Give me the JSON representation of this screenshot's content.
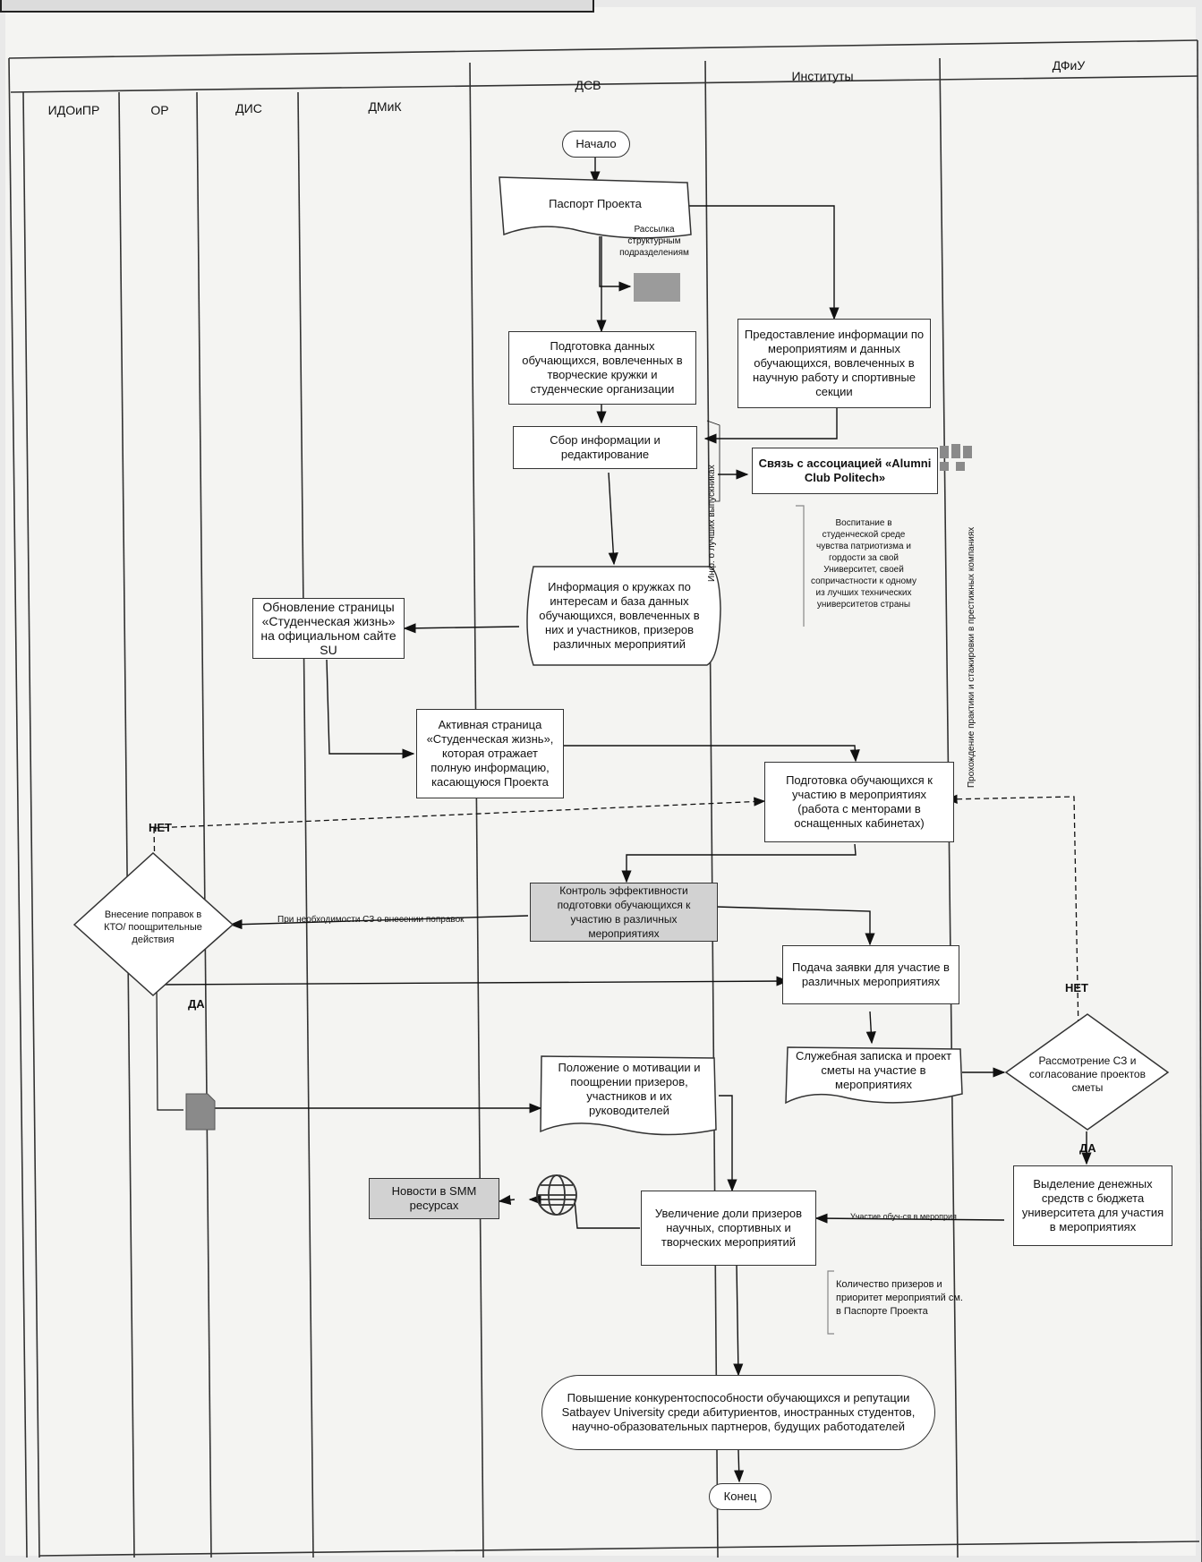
{
  "lanes": {
    "idoipr": "ИДОиПР",
    "or": "ОР",
    "dis": "ДИС",
    "dmik": "ДМиК",
    "dsv": "ДСВ",
    "institutes": "Институты",
    "dfiu": "ДФиУ"
  },
  "nodes": {
    "start": "Начало",
    "passport": "Паспорт Проекта",
    "mailing_note": "Рассылка структурным подразделениям",
    "prep_data": "Подготовка данных обучающихся, вовлеченных в творческие кружки и студенческие организации",
    "info_provision": "Предоставление информации по мероприятиям и данных обучающихся, вовлеченных в научную работу и спортивные секции",
    "collect_info": "Сбор информации и редактирование",
    "alumni": "Связь с ассоциацией «Alumni Club Politech»",
    "patriotism_note": "Воспитание в студенческой среде чувства патриотизма и гордости за свой Университет, своей сопричастности к одному из лучших технических университетов страны",
    "circles_db": "Информация о кружках по интересам и база данных обучающихся, вовлеченных в них и участников, призеров различных мероприятий",
    "update_page": "Обновление страницы «Студенческая жизнь» на официальном сайте SU",
    "active_page": "Активная страница «Студенческая жизнь», которая отражает полную информацию, касающуюся Проекта",
    "prep_students": "Подготовка обучающихся к участию в мероприятиях (работа с менторами в оснащенных кабинетах)",
    "control": "Контроль эффективности подготовки обучающихся к участию в различных мероприятиях",
    "amend": "Внесение поправок в КТО/ поощрительные действия",
    "application": "Подача заявки для участие в различных мероприятиях",
    "memo": "Служебная записка и проект сметы на участие в мероприятиях",
    "review": "Рассмотрение СЗ и согласование проектов сметы",
    "regulation": "Положение о мотивации и поощрении призеров, участников и их руководителей",
    "funds": "Выделение денежных средств с бюджета университета для участия в мероприятиях",
    "increase": "Увеличение доли призеров научных, спортивных и творческих мероприятий",
    "smm_news": "Новости в SMM ресурсах",
    "quantity_note": "Количество призеров и приоритет мероприятий см. в Паспорте Проекта",
    "competitiveness": "Повышение конкурентоспособности обучающихся и репутации Satbayev University среди абитуриентов, иностранных студентов, научно-образовательных партнеров, будущих работодателей",
    "end": "Конец"
  },
  "labels": {
    "no_left": "НЕТ",
    "no_right": "НЕТ",
    "yes_left": "ДА",
    "yes_right": "ДА",
    "sz_amend": "При необходимости СЗ о внесении поправок",
    "participation": "Участие обуч-ся в мероприя",
    "grad_info": "Инф. о лучших выпускниках",
    "internship": "Прохождение практики и стажировки в престижных компаниях"
  }
}
